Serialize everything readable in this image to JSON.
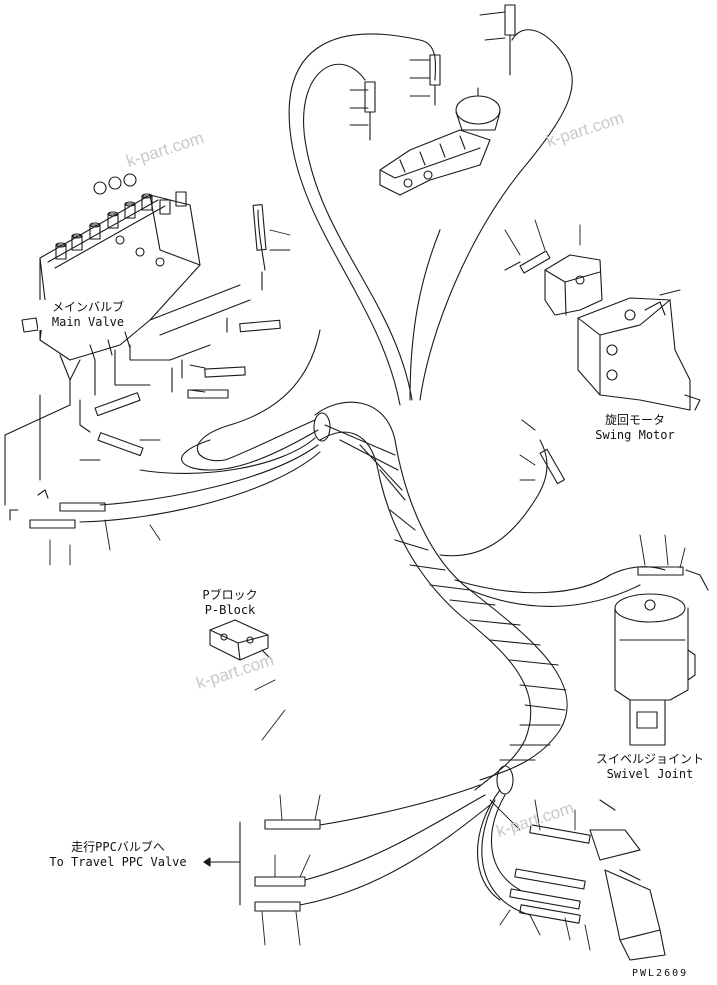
{
  "labels": {
    "main_valve": {
      "jp": "メインバルブ",
      "en": "Main Valve"
    },
    "swing_motor": {
      "jp": "旋回モータ",
      "en": "Swing Motor"
    },
    "p_block": {
      "jp": "Pブロック",
      "en": "P-Block"
    },
    "swivel_joint": {
      "jp": "スイベルジョイント",
      "en": "Swivel Joint"
    },
    "travel_ppc": {
      "jp": "走行PPCバルブへ",
      "en": "To Travel PPC Valve"
    }
  },
  "watermark": "k-part.com",
  "drawing_code": "PWL2609",
  "colors": {
    "line": "#1a1a1a",
    "watermark": "#c9c9c9",
    "background": "#ffffff"
  }
}
